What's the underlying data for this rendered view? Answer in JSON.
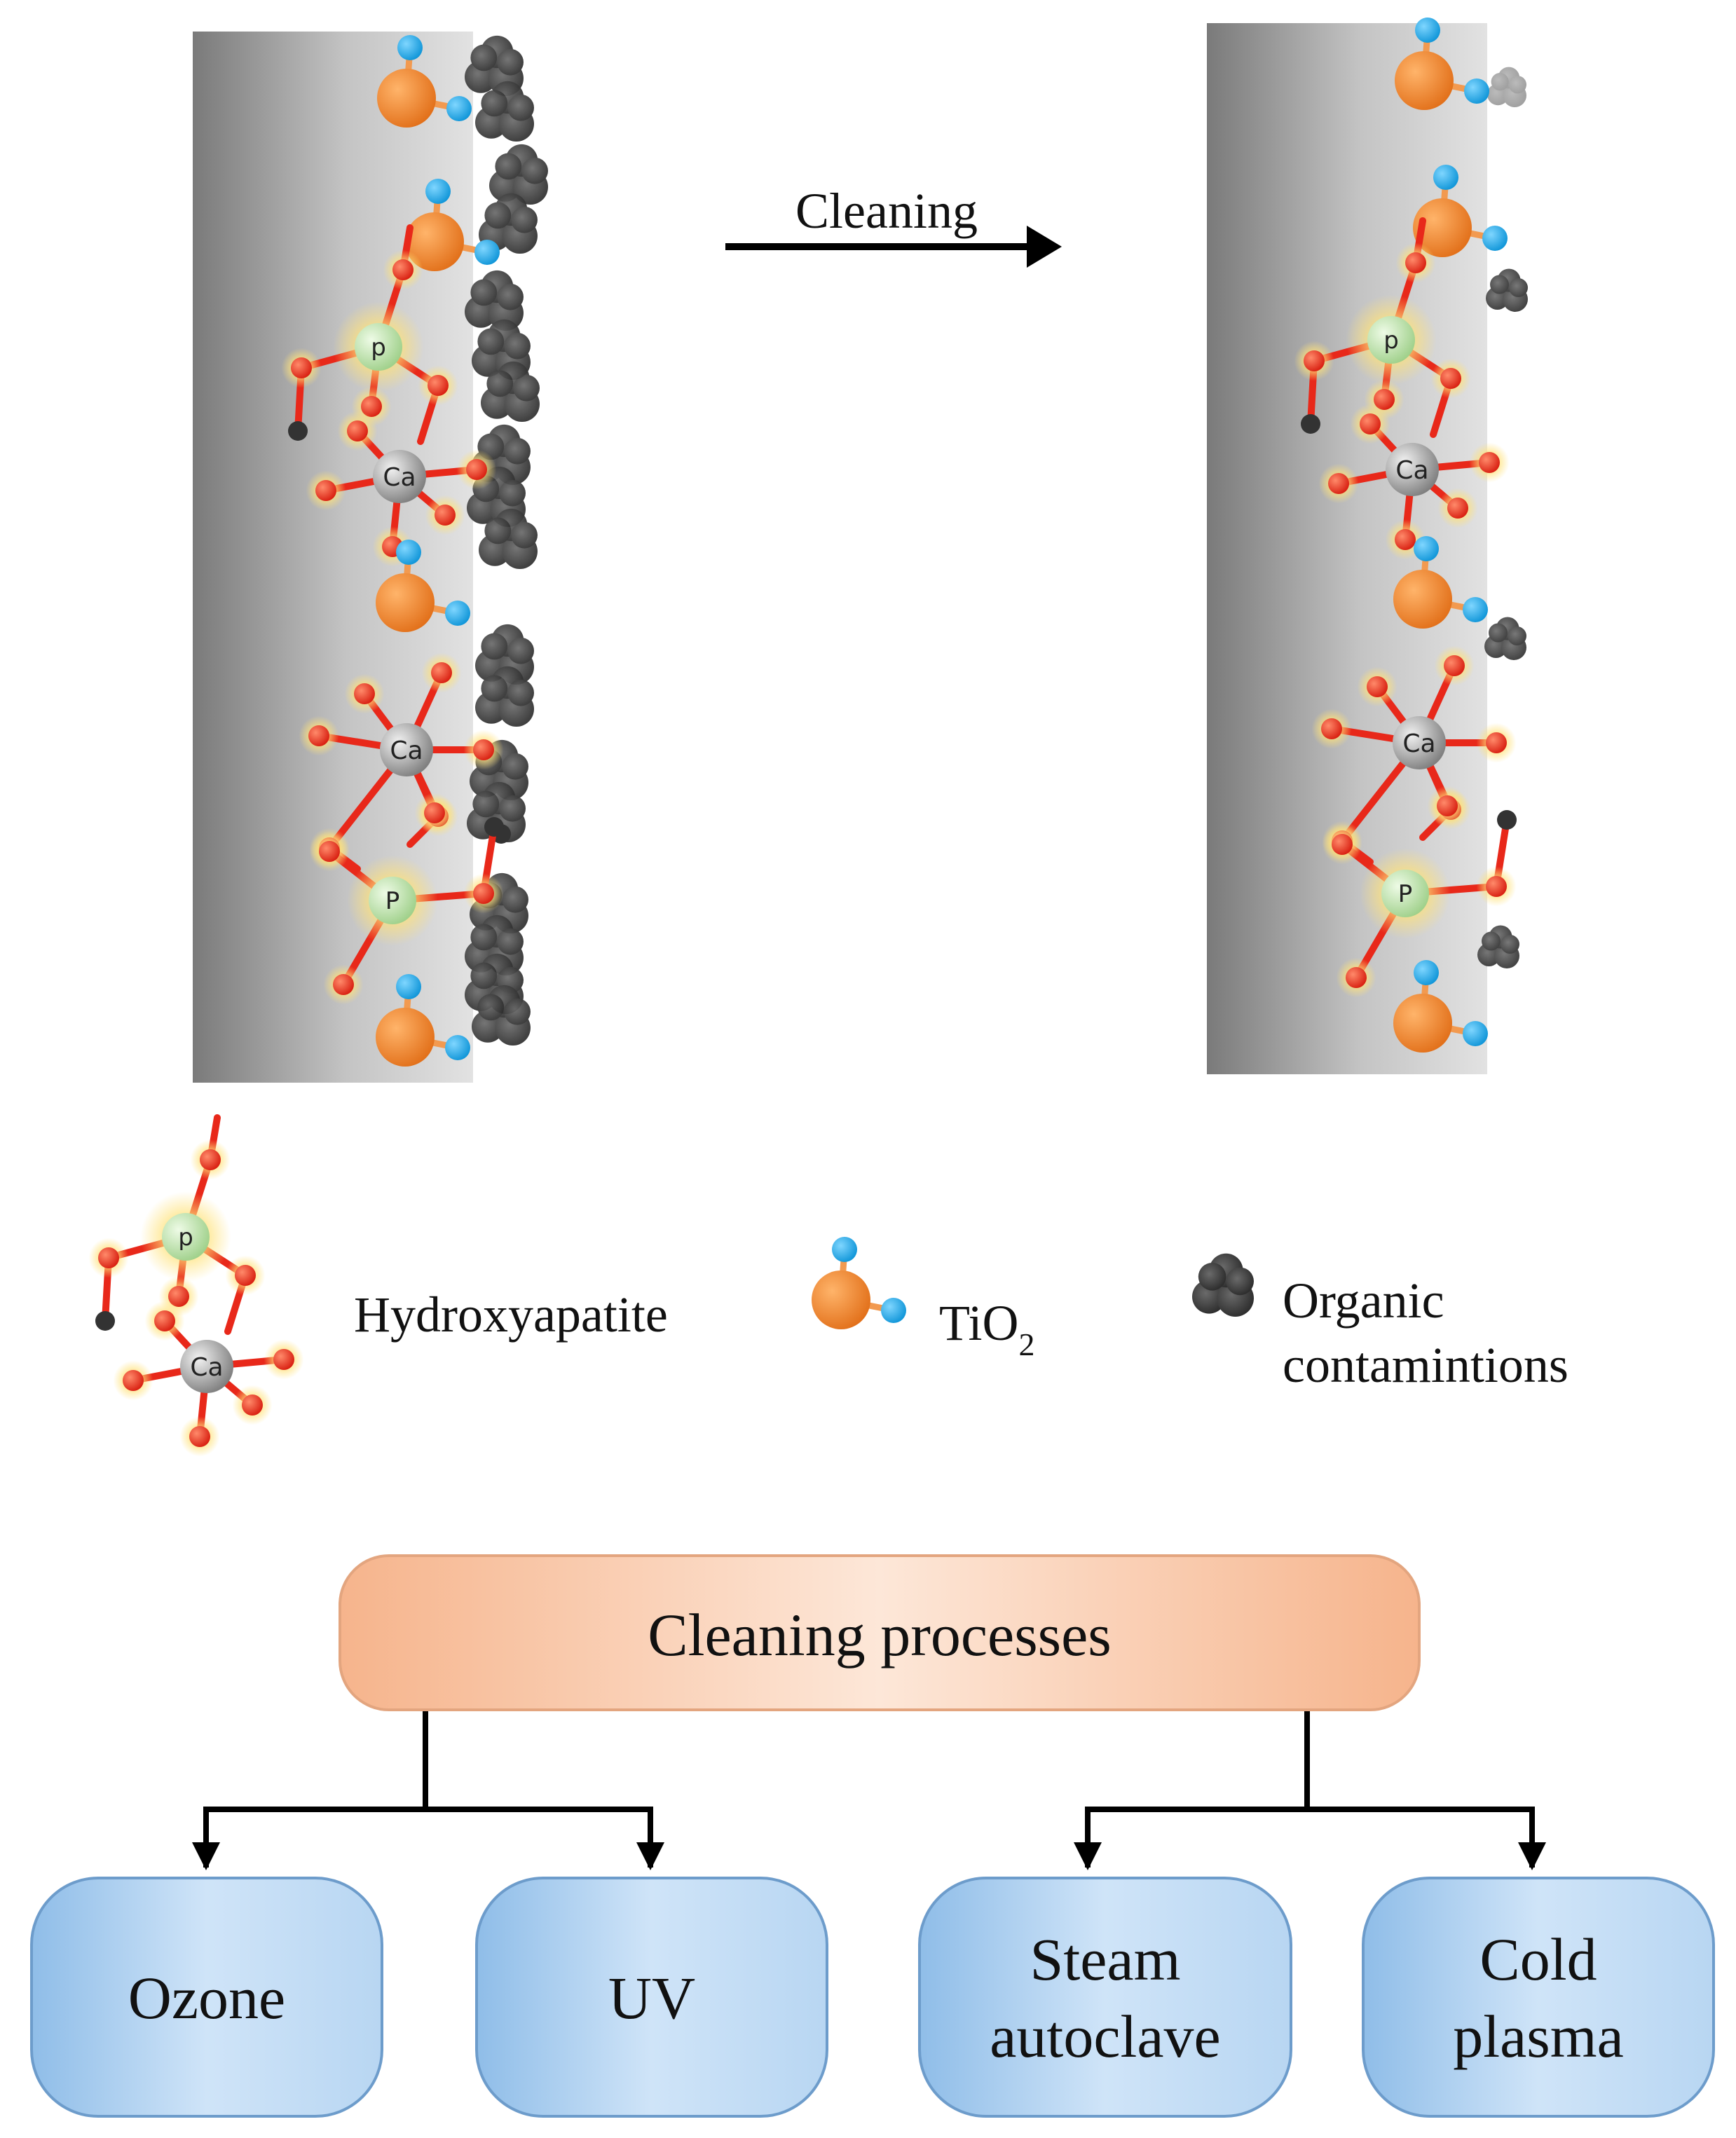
{
  "top": {
    "arrow_label": "Cleaning"
  },
  "legend": {
    "hydroxyapatite": "Hydroxyapatite",
    "tio2_main": "TiO",
    "tio2_sub": "2",
    "organic_line1": "Organic",
    "organic_line2": "contamintions"
  },
  "atoms": {
    "ca": "Ca",
    "p_lower": "p",
    "p_upper": "P"
  },
  "flowchart": {
    "root": "Cleaning processes",
    "ozone": "Ozone",
    "uv": "UV",
    "steam_line1": "Steam",
    "steam_line2": "autoclave",
    "cold_line1": "Cold",
    "cold_line2": "plasma"
  },
  "colors": {
    "oxygen": "#e8281a",
    "tio2": "#f08a2c",
    "hydrogen": "#1aa6e8",
    "calcium": "#9a9a9a",
    "phosphorus": "#b9e0a8",
    "contaminant": "#3a3a3a",
    "root_box": "#f8c9a8",
    "leaf_box": "#a9cdf0"
  }
}
